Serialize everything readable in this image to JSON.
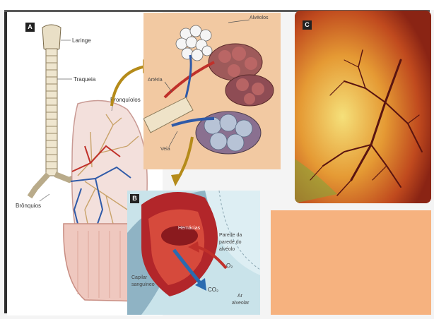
{
  "panels": {
    "a": {
      "badge": "A"
    },
    "b": {
      "badge": "B"
    },
    "c": {
      "badge": "C"
    }
  },
  "labels": {
    "laringe": "Laringe",
    "traqueia": "Traqueia",
    "bronquiolos": "Bronquíolos",
    "alveolos": "Alvéolos",
    "arteria": "Artéria",
    "veia": "Veia",
    "bronquios": "Brônquios",
    "hemacias": "Hemácias",
    "parede_1": "Parede da",
    "parede_2": "parede do",
    "parede_3": "alvéolo",
    "o2": "O₂",
    "co2": "CO₂",
    "capilar_1": "Capilar",
    "capilar_2": "sanguíneo",
    "ar_1": "Ar",
    "ar_2": "alveolar"
  },
  "colors": {
    "placeholder": "#f6b27f",
    "arrow": "#b58b1a"
  }
}
